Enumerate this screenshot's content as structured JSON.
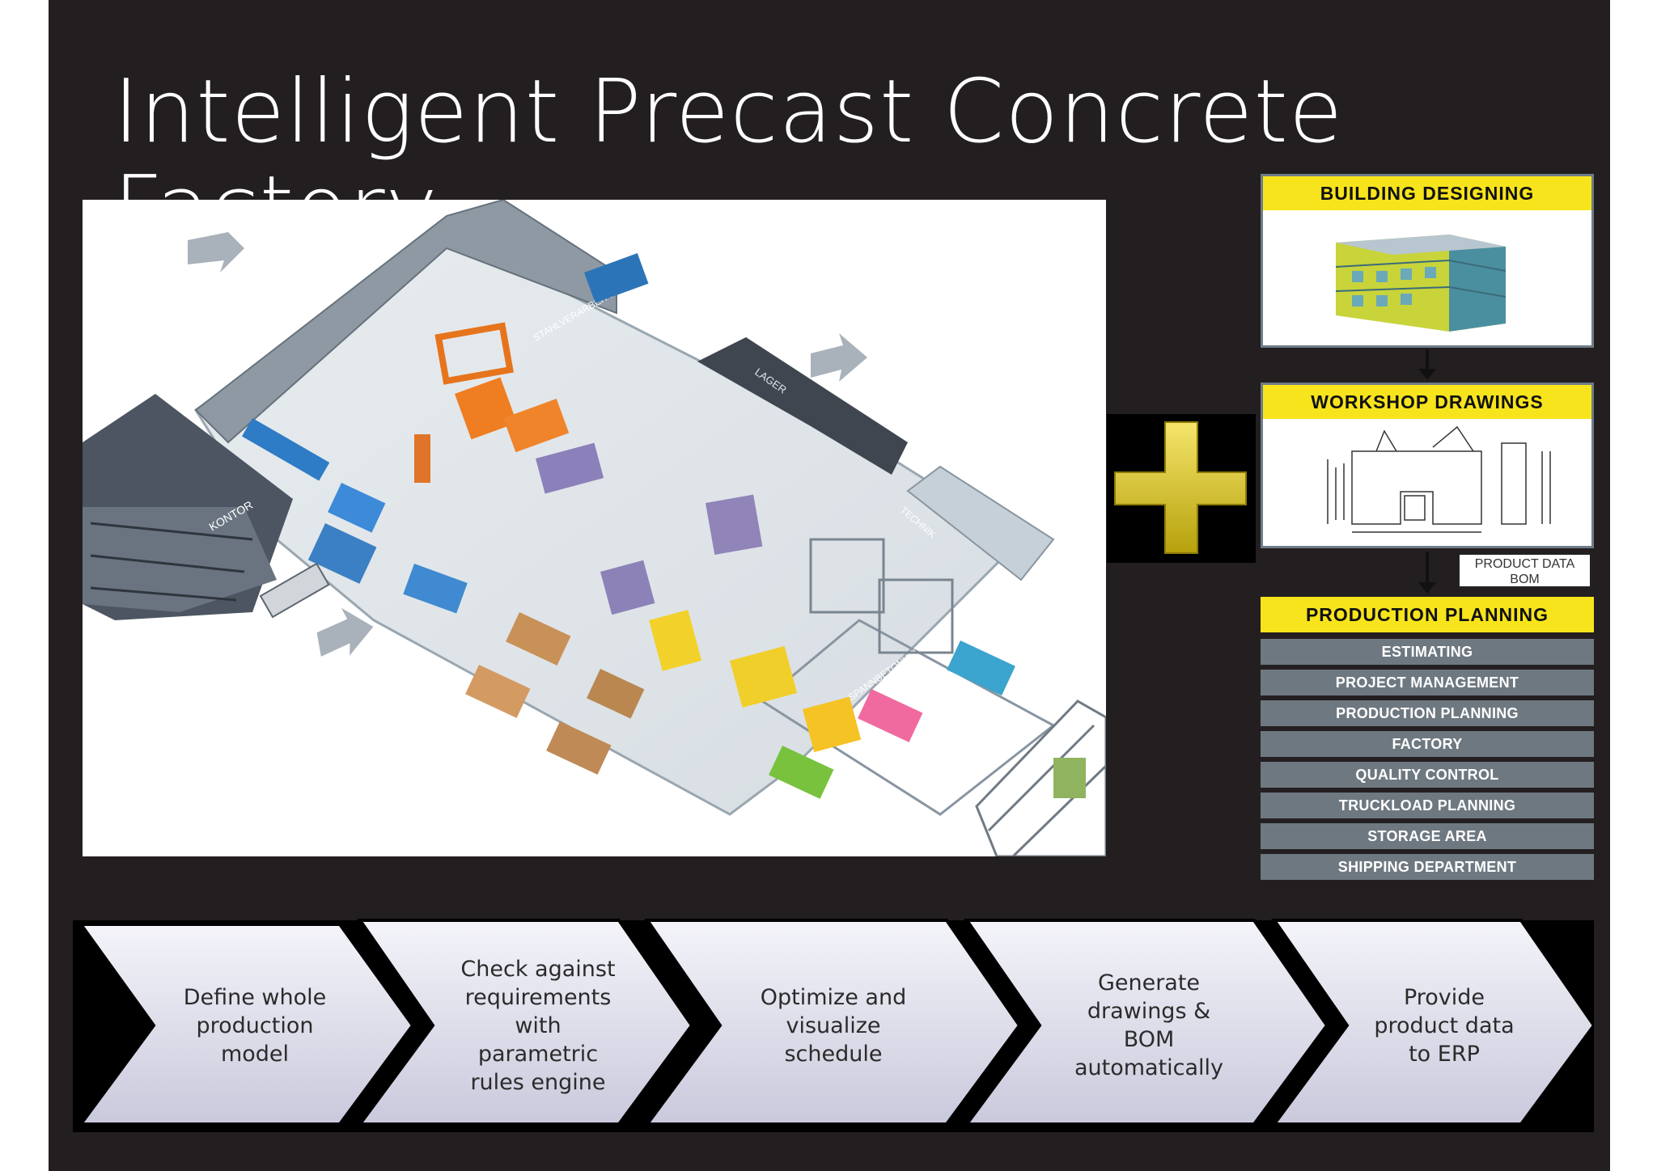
{
  "slide": {
    "title": "Intelligent Precast Concrete Factory"
  },
  "factory_illustration": {
    "labels": [
      "KONTOR",
      "LAGER",
      "TECHNIK",
      "SPANNBETONHALLE",
      "STAHLVERARBEITUNG"
    ]
  },
  "workflow": {
    "building_designing": "BUILDING DESIGNING",
    "workshop_drawings": "WORKSHOP DRAWINGS",
    "product_data": "PRODUCT DATA\nBOM",
    "production_planning": "PRODUCTION PLANNING",
    "modules": [
      "ESTIMATING",
      "PROJECT MANAGEMENT",
      "PRODUCTION PLANNING",
      "FACTORY",
      "QUALITY CONTROL",
      "TRUCKLOAD PLANNING",
      "STORAGE AREA",
      "SHIPPING DEPARTMENT"
    ]
  },
  "process_steps": [
    "Define whole\nproduction\nmodel",
    "Check against\nrequirements\nwith\nparametric\nrules engine",
    "Optimize and\nvisualize\nschedule",
    "Generate\ndrawings &\nBOM\nautomatically",
    "Provide\nproduct data\nto ERP"
  ],
  "colors": {
    "slide_bg": "#231f20",
    "accent_yellow": "#f7e41c",
    "module_gray": "#6e7880",
    "chevron_fill": "#dcdcea"
  }
}
